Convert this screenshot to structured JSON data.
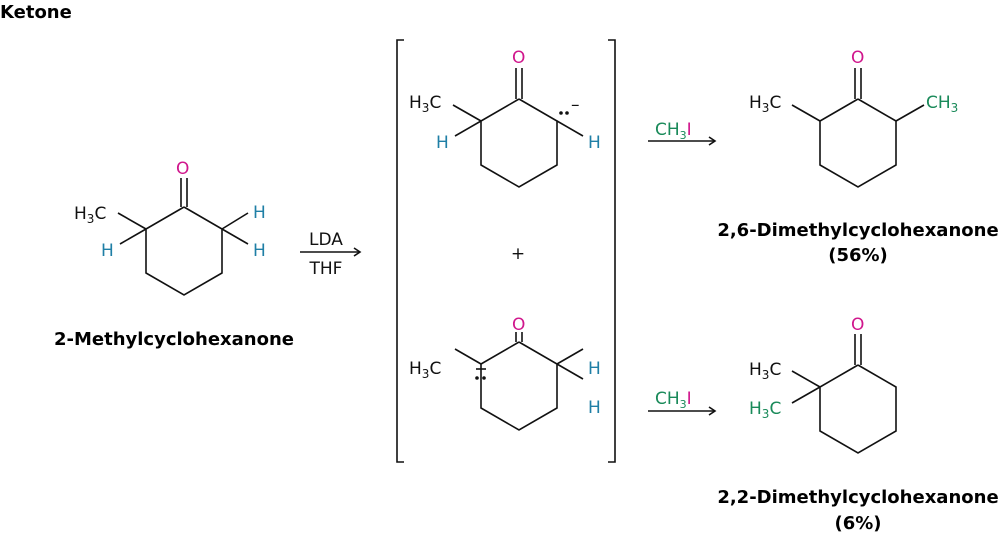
{
  "title": "Ketone",
  "starting_material": {
    "name": "2-Methylcyclohexanone",
    "methyl": "H3C",
    "oxygen": "O",
    "h": "H"
  },
  "step1": {
    "reagent_top": "LDA",
    "reagent_bottom": "THF"
  },
  "intermediates": {
    "plus": "+",
    "charge": "–",
    "methyl": "H3C",
    "oxygen": "O",
    "h": "H"
  },
  "step2": {
    "reagent_green": "CH3",
    "reagent_iodine": "I"
  },
  "products": [
    {
      "name": "2,6-Dimethylcyclohexanone",
      "yield": "(56%)",
      "new_methyl": "CH3",
      "methyl": "H3C",
      "oxygen": "O"
    },
    {
      "name": "2,2-Dimethylcyclohexanone",
      "yield": "(6%)",
      "new_methyl": "H3C",
      "methyl": "H3C",
      "oxygen": "O"
    }
  ],
  "colors": {
    "oxygen": "#d0168c",
    "hydrogen": "#1f7fa6",
    "new_methyl": "#1a8a5a"
  }
}
